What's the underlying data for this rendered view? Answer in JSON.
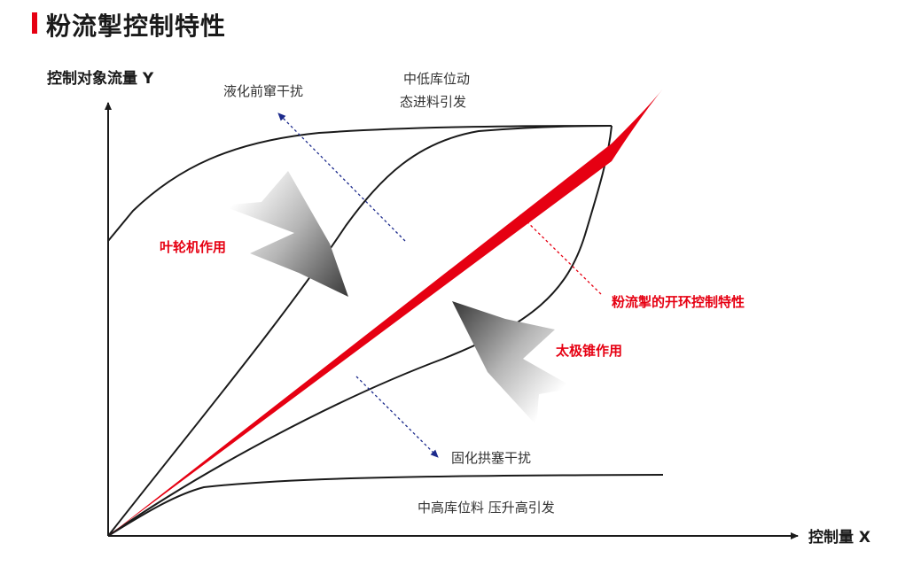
{
  "title": "粉流掣控制特性",
  "axes": {
    "y_label": "控制对象流量 Y",
    "x_label": "控制量 X"
  },
  "labels": {
    "liquefy_interference": "液化前窜干扰",
    "mid_low_line1": "中低库位动",
    "mid_low_line2": "态进料引发",
    "impeller": "叶轮机作用",
    "open_loop": "粉流掣的开环控制特性",
    "taiji_cone": "太极锥作用",
    "solidify_interference": "固化拱塞干扰",
    "mid_high": "中高库位料 压升高引发"
  },
  "colors": {
    "accent": "#e60012",
    "curve": "#1a1a1a",
    "dotted_blue": "#1c2a8c",
    "dotted_red": "#e60012"
  }
}
